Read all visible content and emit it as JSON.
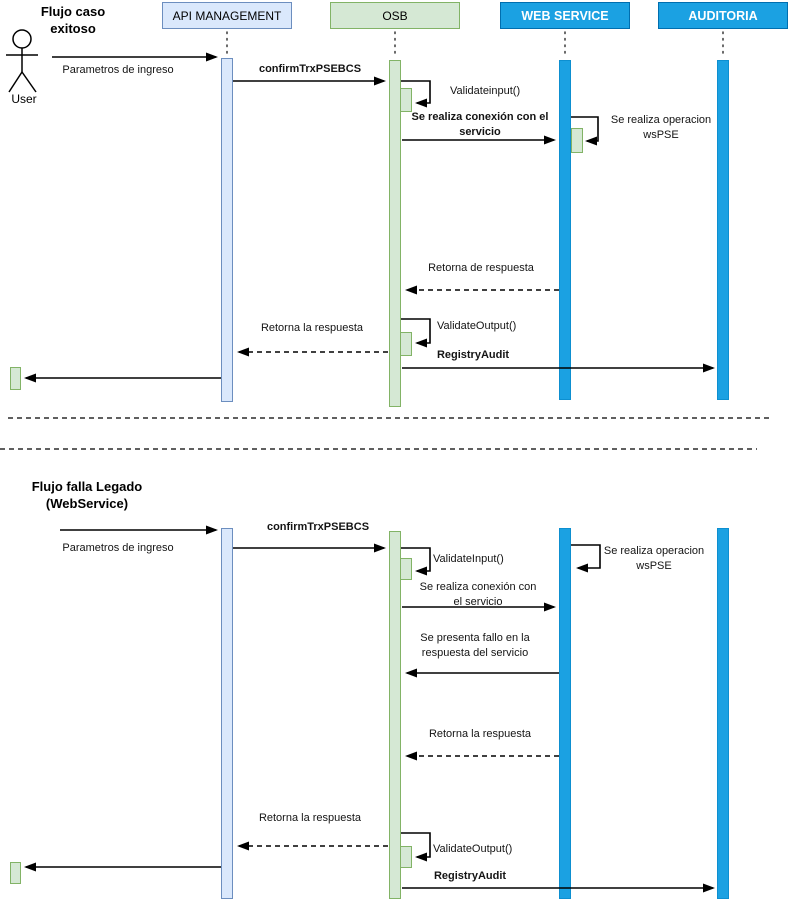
{
  "participants": {
    "user_label": "User",
    "api": "API MANAGEMENT",
    "osb": "OSB",
    "web_service": "WEB SERVICE",
    "auditoria": "AUDITORIA"
  },
  "colors": {
    "participant_blue_fill": "#1ba1e2",
    "participant_blue_border": "#006eaf",
    "api_management_fill": "#dae8fc",
    "api_management_border": "#6c8ebf",
    "osb_fill": "#d5e8d4",
    "osb_border": "#82b366",
    "line_color": "#000000"
  },
  "flow1": {
    "title": "Flujo caso\nexitoso",
    "messages": {
      "parametros": "Parametros de ingreso",
      "confirm_trx": "confirmTrxPSEBCS",
      "validate_input": "Validateinput()",
      "conexion_servicio": "Se realiza conexión con el\nservicio",
      "operacion_wspse": "Se realiza  operacion\nwsPSE",
      "retorna_de_respuesta": "Retorna de respuesta",
      "validate_output": "ValidateOutput()",
      "retorna_la_respuesta": "Retorna la respuesta",
      "registry_audit": "RegistryAudit"
    }
  },
  "flow2": {
    "title": "Flujo falla Legado\n(WebService)",
    "messages": {
      "parametros": "Parametros de ingreso",
      "confirm_trx": "confirmTrxPSEBCS",
      "validate_input": "ValidateInput()",
      "operacion_wspse": "Se realiza operacion\nwsPSE",
      "conexion_servicio": "Se realiza conexión con\nel servicio",
      "fallo_respuesta": "Se presenta fallo en la\nrespuesta del servicio",
      "retorna_respuesta_ws": "Retorna la respuesta",
      "retorna_respuesta_api": "Retorna la respuesta",
      "validate_output": "ValidateOutput()",
      "registry_audit": "RegistryAudit"
    }
  }
}
